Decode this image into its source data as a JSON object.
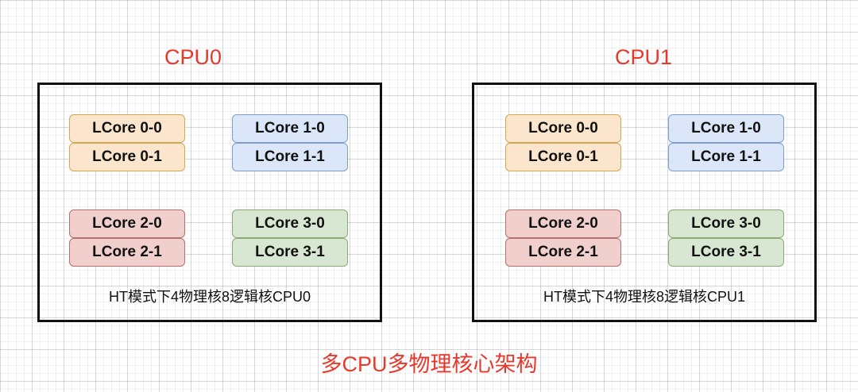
{
  "cpus": [
    {
      "title": "CPU0",
      "cores": [
        "LCore 0-0",
        "LCore 0-1",
        "LCore 1-0",
        "LCore 1-1",
        "LCore 2-0",
        "LCore 2-1",
        "LCore 3-0",
        "LCore 3-1"
      ],
      "description": "HT模式下4物理核8逻辑核CPU0"
    },
    {
      "title": "CPU1",
      "cores": [
        "LCore 0-0",
        "LCore 0-1",
        "LCore 1-0",
        "LCore 1-1",
        "LCore 2-0",
        "LCore 2-1",
        "LCore 3-0",
        "LCore 3-1"
      ],
      "description": "HT模式下4物理核8逻辑核CPU1"
    }
  ],
  "caption": "多CPU多物理核心架构",
  "colors": {
    "title_red": "#e5392e",
    "core0_fill": "#fbe6cd",
    "core1_fill": "#dbe7f8",
    "core2_fill": "#f1cfcd",
    "core3_fill": "#d8e7d2"
  }
}
